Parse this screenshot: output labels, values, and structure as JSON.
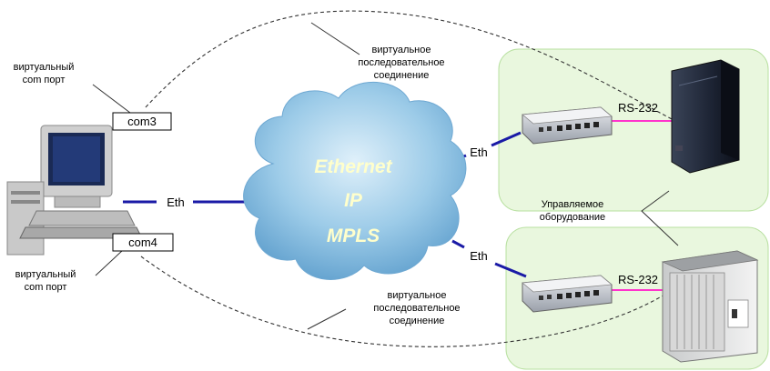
{
  "labels": {
    "virtual_port_top": [
      "виртуальный",
      "com порт"
    ],
    "virtual_port_bottom": [
      "виртуальный",
      "com порт"
    ],
    "com3": "com3",
    "com4": "com4",
    "eth_pc": "Eth",
    "eth_top": "Eth",
    "eth_bottom": "Eth",
    "rs232_top": "RS-232",
    "rs232_bottom": "RS-232",
    "serial_top": [
      "виртуальное",
      "последовательное",
      "соединение"
    ],
    "serial_bottom": [
      "виртуальное",
      "последовательное",
      "соединение"
    ],
    "managed": [
      "Управляемое",
      "оборудование"
    ],
    "cloud": [
      "Ethernet",
      "IP",
      "MPLS"
    ]
  },
  "colors": {
    "eth_link": "#1a1aa6",
    "rs232_link": "#ff33cc",
    "zone_fill": "#e9f7de",
    "zone_stroke": "#b8e0a0",
    "cloud_fill": "#8fc3e4"
  },
  "icons": [
    "computer-icon",
    "cloud-icon",
    "converter-icon",
    "pbx-icon",
    "rack-equipment-icon"
  ]
}
